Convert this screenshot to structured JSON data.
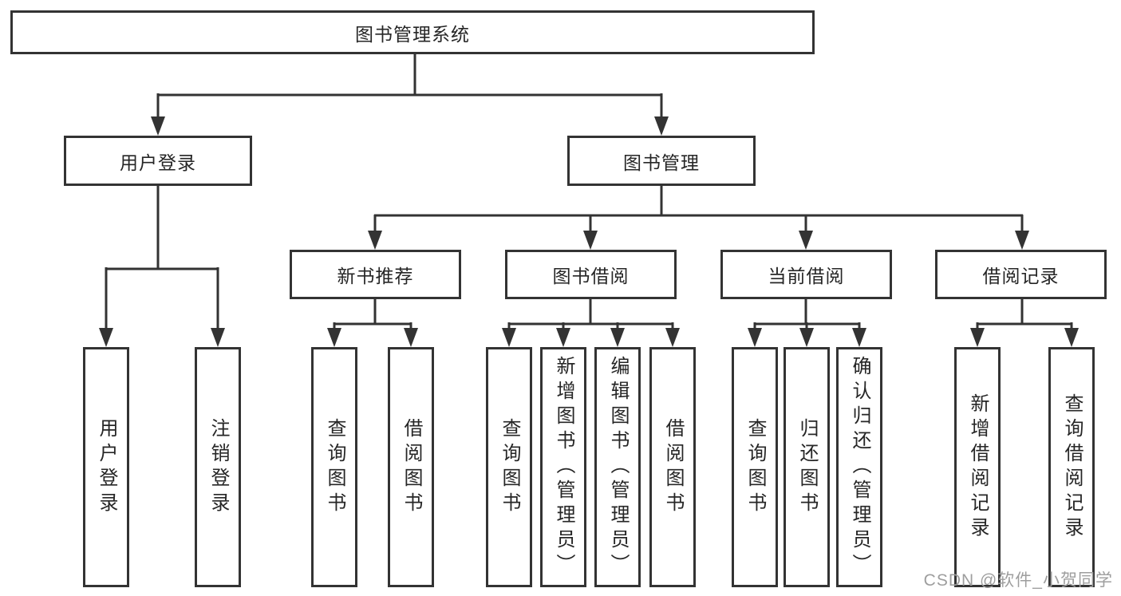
{
  "nodes": {
    "root": "图书管理系统",
    "user_login": "用户登录",
    "book_management": "图书管理",
    "new_book_rec": "新书推荐",
    "book_borrow": "图书借阅",
    "current_borrow": "当前借阅",
    "borrow_records": "借阅记录",
    "login_leaf": "用户登录",
    "logout_leaf": "注销登录",
    "rec_query": "查询图书",
    "rec_borrow": "借阅图书",
    "bb_query": "查询图书",
    "bb_add": "新增图书（管理员）",
    "bb_edit": "编辑图书（管理员）",
    "bb_borrow": "借阅图书",
    "cb_query": "查询图书",
    "cb_return": "归还图书",
    "cb_confirm": "确认归还（管理员）",
    "br_add": "新增借阅记录",
    "br_query": "查询借阅记录"
  },
  "watermark": "CSDN @软件_小贺同学",
  "colors": {
    "line": "#333333",
    "box_border": "#333333",
    "text": "#262626",
    "watermark": "#9e9e9e",
    "background": "#ffffff"
  }
}
